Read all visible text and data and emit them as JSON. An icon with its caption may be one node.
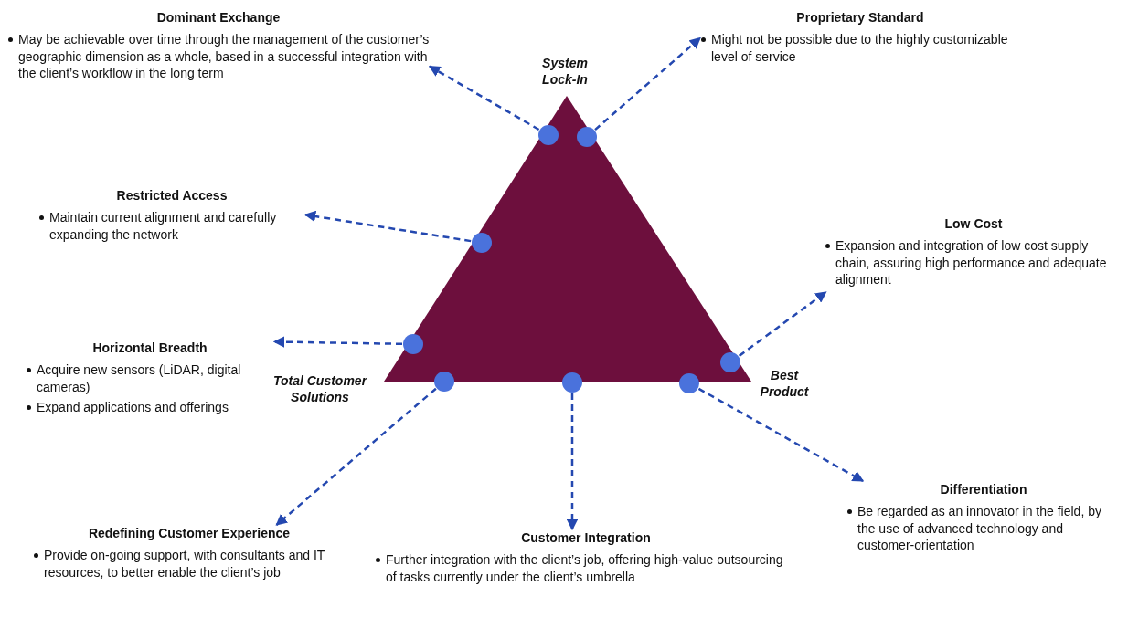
{
  "diagram": {
    "nodes": [
      {
        "text": [
          "Dominant Exchange",
          "May be achievable over time through the management of the customer’s geographic dimension as a whole, based in a successful integration with the client’s workflow in the long term"
        ]
      },
      {
        "text": [
          "Proprietary Standard",
          "Might not be possible due to the highly customizable level of service"
        ]
      },
      {
        "text": [
          "Restricted Access",
          "Maintain current alignment and carefully expanding the network"
        ]
      },
      {
        "text": [
          "Low Cost",
          "Expansion and integration of low cost supply chain, assuring high performance and adequate alignment"
        ]
      },
      {
        "text": [
          "Horizontal Breadth",
          "Acquire new sensors (LiDAR, digital cameras)",
          "Expand applications and offerings"
        ]
      },
      {
        "text": [
          "Redefining Customer Experience",
          "Provide on-going support, with consultants and IT resources, to better enable the client’s job"
        ]
      },
      {
        "text": [
          "Customer Integration",
          "Further integration with the client’s job, offering high-value outsourcing of tasks currently under the client’s umbrella"
        ]
      },
      {
        "text": [
          "Differentiation",
          "Be regarded as an innovator in the field, by the use of advanced technology and customer-orientation"
        ]
      },
      {
        "text": [],
        "shape": "circle"
      },
      {
        "text": [],
        "shape": "circle"
      },
      {
        "text": [],
        "shape": "circle"
      },
      {
        "text": [],
        "shape": "circle"
      },
      {
        "text": [],
        "shape": "circle"
      },
      {
        "text": [],
        "shape": "circle"
      },
      {
        "text": [],
        "shape": "circle"
      },
      {
        "text": [],
        "shape": "circle"
      }
    ],
    "edges": [
      {
        "from": 8,
        "to": 0,
        "arrow": "to",
        "style": "dashed"
      },
      {
        "from": 9,
        "to": 1,
        "arrow": "to",
        "style": "dashed"
      },
      {
        "from": 10,
        "to": 2,
        "arrow": "to",
        "style": "dashed"
      },
      {
        "from": 11,
        "to": 4,
        "arrow": "to",
        "style": "dashed"
      },
      {
        "from": 12,
        "to": 3,
        "arrow": "to",
        "style": "dashed"
      },
      {
        "from": 13,
        "to": 5,
        "arrow": "to",
        "style": "dashed"
      },
      {
        "from": 14,
        "to": 6,
        "arrow": "to",
        "style": "dashed"
      },
      {
        "from": 15,
        "to": 7,
        "arrow": "to",
        "style": "dashed"
      }
    ],
    "labels": [
      "System Lock-In",
      "Total Customer Solutions",
      "Best Product"
    ]
  }
}
